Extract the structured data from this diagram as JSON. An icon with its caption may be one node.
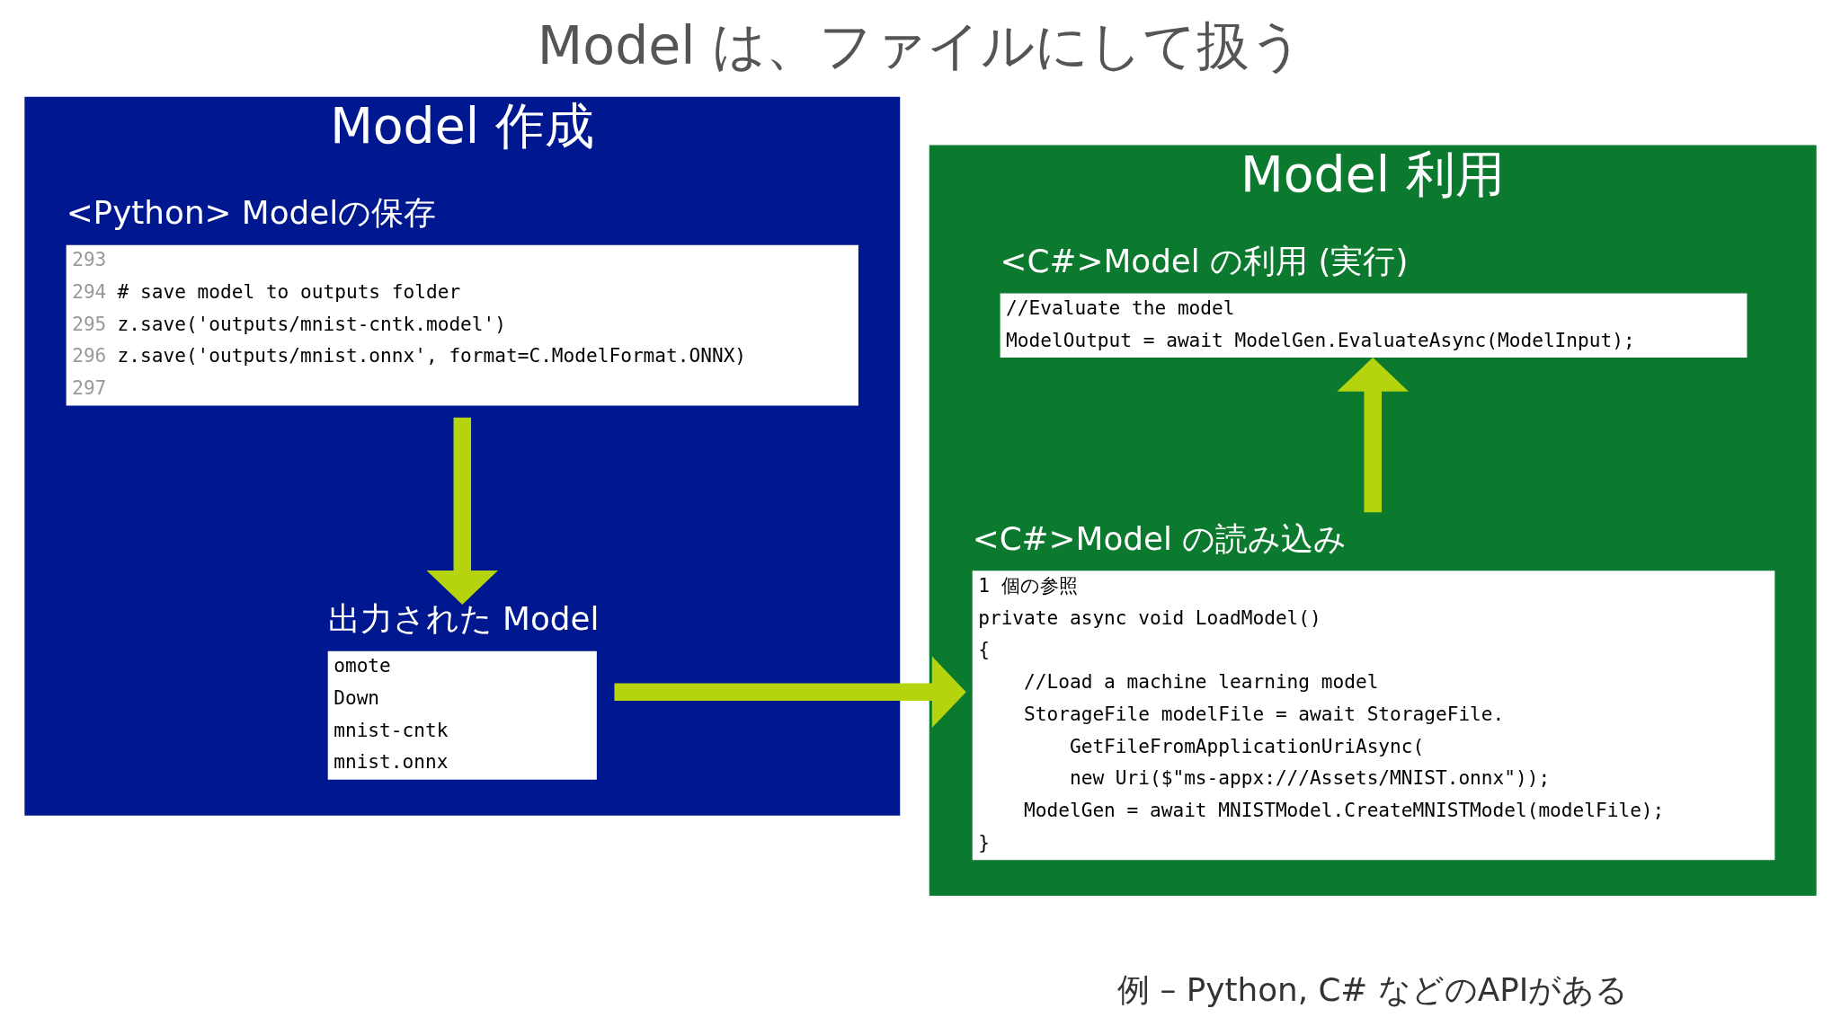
{
  "diagram": {
    "title": "Model は、ファイルにして扱う",
    "caption": "例 – Python, C# などのAPIがある",
    "nodes": [
      {
        "text": [
          "Model 作成"
        ]
      },
      {
        "text": [
          "<Python> Modelの保存",
          "293",
          "294",
          "# save model to outputs folder",
          "295",
          "z.save('outputs/mnist-cntk.model')",
          "296",
          "z.save('outputs/mnist.onnx', format=C.ModelFormat.ONNX)",
          "297"
        ],
        "in": 0
      },
      {
        "text": [
          "出力された Model",
          "omote",
          "Down",
          "mnist-cntk",
          "mnist.onnx"
        ],
        "in": 0
      },
      {
        "text": [
          "Model 利用"
        ]
      },
      {
        "text": [
          "<C#>Model の利用 (実行)",
          "//Evaluate the model",
          "ModelOutput = await ModelGen.EvaluateAsync(ModelInput);"
        ],
        "in": 3
      },
      {
        "text": [
          "<C#>Model の読み込み",
          "1 個の参照",
          "private async void LoadModel()",
          "{",
          "//Load a machine learning model",
          "StorageFile modelFile = await StorageFile.",
          "GetFileFromApplicationUriAsync(",
          "new Uri($\"ms-appx:///Assets/MNIST.onnx\"));",
          "ModelGen = await MNISTModel.CreateMNISTModel(modelFile);",
          "}"
        ],
        "in": 3
      }
    ],
    "edges": [
      {
        "from": 1,
        "to": 2,
        "arrow": "to"
      },
      {
        "from": 2,
        "to": 5,
        "arrow": "to"
      },
      {
        "from": 5,
        "to": 4,
        "arrow": "to"
      }
    ]
  }
}
